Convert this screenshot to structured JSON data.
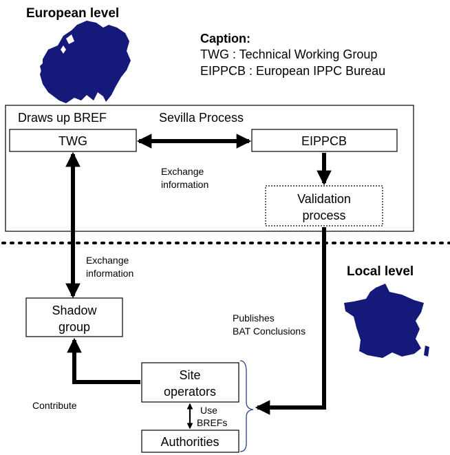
{
  "european_level": {
    "title": "European level"
  },
  "caption": {
    "heading": "Caption:",
    "lines": [
      "TWG : Technical Working Group",
      "EIPPCB : European IPPC Bureau"
    ]
  },
  "sevilla": {
    "draws_up_label": "Draws up BREF",
    "process_label": "Sevilla Process",
    "twg_label": "TWG",
    "eippcb_label": "EIPPCB",
    "exchange_lines": [
      "Exchange",
      "information"
    ],
    "validation_lines": [
      "Validation",
      "process"
    ]
  },
  "local_level": {
    "title": "Local level",
    "exchange_lines": [
      "Exchange",
      "information"
    ],
    "shadow_group_lines": [
      "Shadow",
      "group"
    ],
    "publishes_lines": [
      "Publishes",
      "BAT Conclusions"
    ],
    "site_operators_lines": [
      "Site",
      "operators"
    ],
    "authorities_label": "Authorities",
    "contribute_label": "Contribute",
    "use_brefs_lines": [
      "Use",
      "BREFs"
    ]
  },
  "colors": {
    "map_fill": "#15197a",
    "bracket": "#2b3f8f",
    "line": "#000000"
  },
  "icons": [
    "europe-map-icon",
    "france-map-icon"
  ]
}
